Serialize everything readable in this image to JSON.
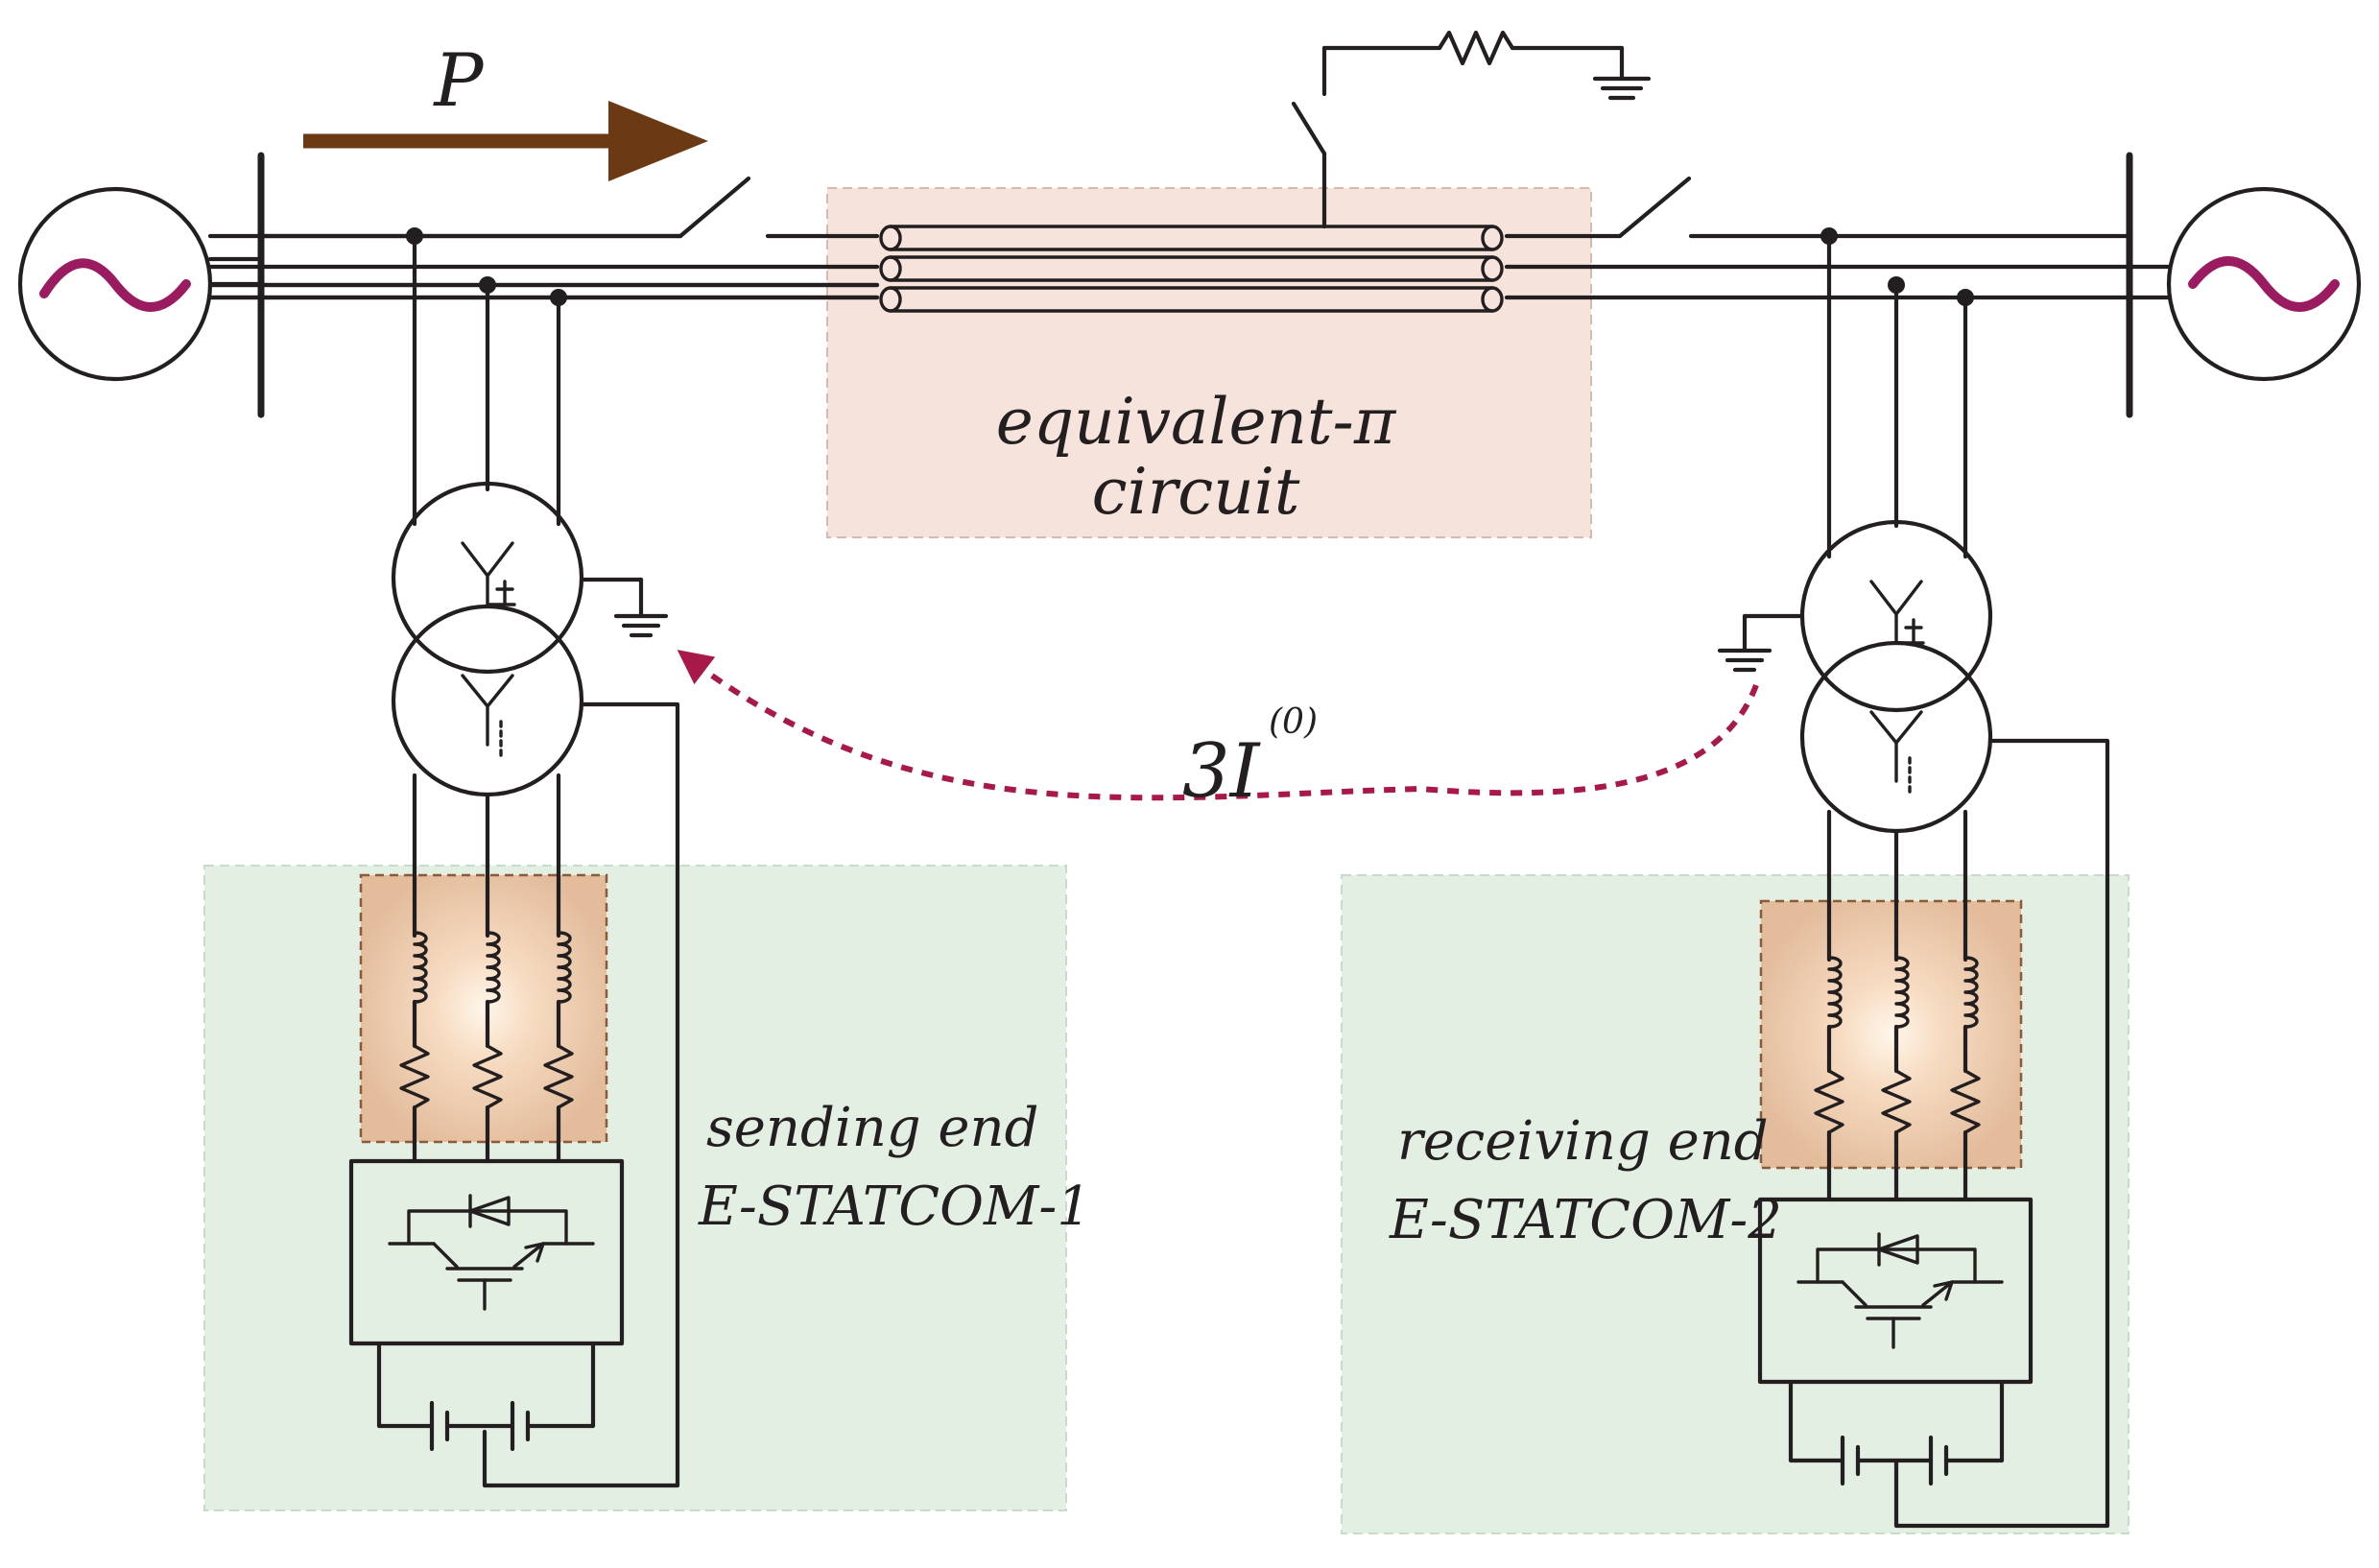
{
  "colors": {
    "wire": "#231f20",
    "line_box": "#f6e3dc",
    "statcom_box": "#e4efe4",
    "filter_box": "#e8c9b0",
    "power_arrow": "#6b3a14",
    "sine_wave": "#9a1b5f",
    "zero_seq_arrow": "#a8194a"
  },
  "labels": {
    "power_flow": "P",
    "line_model_line1": "equivalent-π",
    "line_model_line2": "circuit",
    "zero_sequence_main": "3I",
    "zero_sequence_superscript": "(0)",
    "sending_end_line1": "sending end",
    "sending_end_line2": "E-STATCOM-1",
    "receiving_end_line1": "receiving end",
    "receiving_end_line2": "E-STATCOM-2"
  },
  "icons": [
    "ac-source-icon",
    "ground-icon",
    "resistor-icon",
    "inductor-icon",
    "wye-transformer-icon",
    "igbt-diode-icon",
    "battery-icon",
    "switch-icon"
  ]
}
